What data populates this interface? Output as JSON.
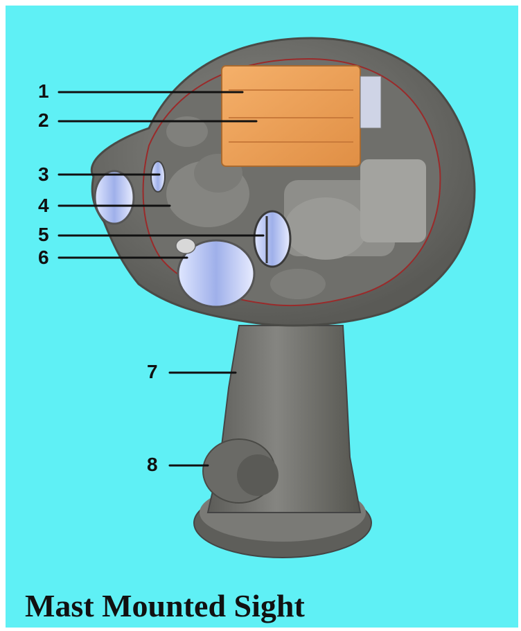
{
  "caption": "Mast Mounted Sight",
  "callouts": [
    {
      "id": "1",
      "label": "1"
    },
    {
      "id": "2",
      "label": "2"
    },
    {
      "id": "3",
      "label": "3"
    },
    {
      "id": "4",
      "label": "4"
    },
    {
      "id": "5",
      "label": "5"
    },
    {
      "id": "6",
      "label": "6"
    },
    {
      "id": "7",
      "label": "7"
    },
    {
      "id": "8",
      "label": "8"
    }
  ],
  "colors": {
    "background": "#5ff0f5",
    "housing": "#6e6e6a",
    "electronics": "#f0a35a",
    "lens": "#b8c4f0",
    "leader_line": "#111111"
  }
}
